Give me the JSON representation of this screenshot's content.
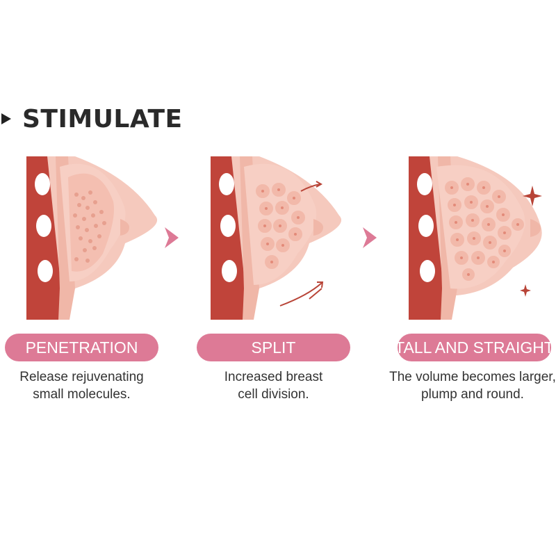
{
  "title": "STIMULATE",
  "colors": {
    "accent_pink": "#dd7a96",
    "tissue_red": "#c0443a",
    "skin": "#f0b7a8",
    "gland": "#f7cfc4"
  },
  "steps": [
    {
      "label": "PENETRATION",
      "desc_line1": "Release rejuvenating",
      "desc_line2": "small molecules.",
      "icon": "breast-molecules-illustration"
    },
    {
      "label": "SPLIT",
      "desc_line1": "Increased breast",
      "desc_line2": "cell division.",
      "icon": "breast-cell-division-illustration"
    },
    {
      "label": "TALL AND STRAIGHT",
      "desc_line1": "The volume becomes larger,",
      "desc_line2": "plump and round.",
      "icon": "breast-enlarged-illustration"
    }
  ]
}
